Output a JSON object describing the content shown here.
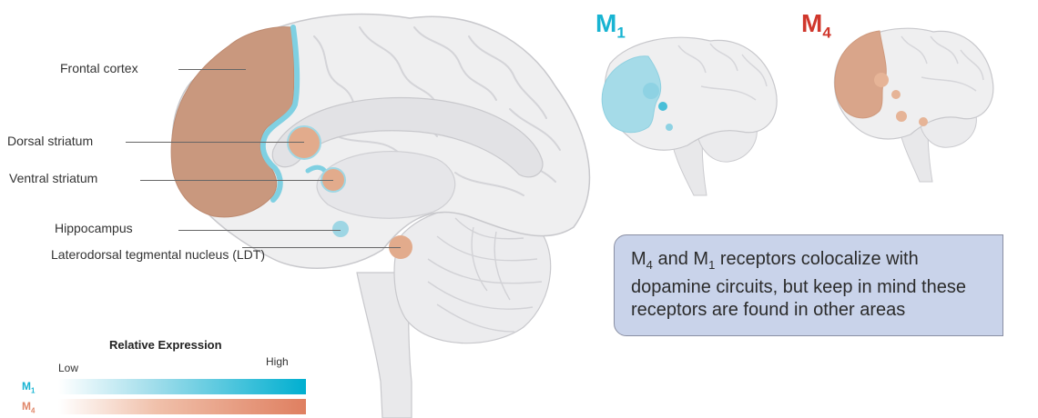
{
  "colors": {
    "m1": "#18b4d2",
    "m4": "#e0876a",
    "m1_text": "#18b4d2",
    "m4_text": "#d0372c",
    "brain": "#efeff0",
    "brain_outline": "#c8c8cc",
    "callout_bg": "#c9d3ea"
  },
  "regions": [
    {
      "label": "Frontal cortex"
    },
    {
      "label": "Dorsal striatum"
    },
    {
      "label": "Ventral striatum"
    },
    {
      "label": "Hippocampus"
    },
    {
      "label": "Laterodorsal tegmental nucleus (LDT)"
    }
  ],
  "small_brains": {
    "m1": {
      "letter": "M",
      "sub": "1"
    },
    "m4": {
      "letter": "M",
      "sub": "4"
    }
  },
  "callout": {
    "m4": "M",
    "m4_sub": "4",
    "and": " and ",
    "m1": "M",
    "m1_sub": "1",
    "rest": " receptors colocalize with dopamine circuits, but keep in mind these receptors are found in other areas"
  },
  "legend": {
    "title": "Relative Expression",
    "low": "Low",
    "high": "High",
    "m1": "M",
    "m1_sub": "1",
    "m4": "M",
    "m4_sub": "4"
  }
}
